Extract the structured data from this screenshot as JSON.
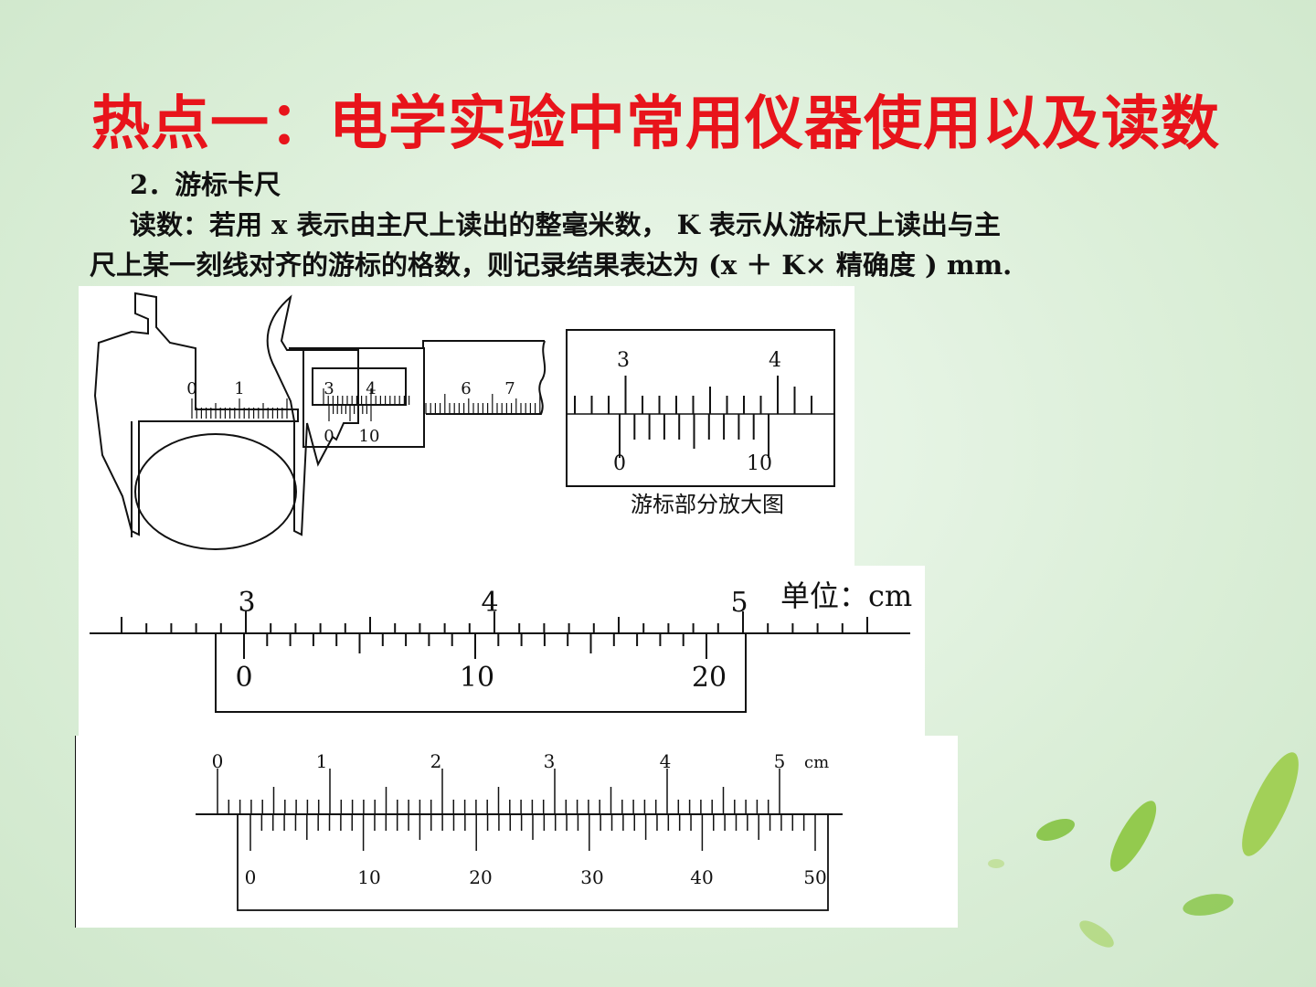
{
  "title": "热点一：电学实验中常用仪器使用以及读数",
  "text": {
    "section": "2．游标卡尺",
    "line1": "读数：若用 x 表示由主尺上读出的整毫米数， K 表示从游标尺上读出与主",
    "line2": "尺上某一刻线对齐的游标的格数，则记录结果表达为 (x ＋ K× 精确度 ) mm."
  },
  "figure1": {
    "caliper_main_labels": [
      "0",
      "1",
      "6",
      "7"
    ],
    "caliper_window_labels": [
      "3",
      "4"
    ],
    "caliper_vernier_labels": [
      "0",
      "10"
    ],
    "zoom_main_labels": [
      "3",
      "4"
    ],
    "zoom_vernier_labels": [
      "0",
      "10"
    ],
    "zoom_caption": "游标部分放大图"
  },
  "figure2": {
    "main_labels": [
      "3",
      "4",
      "5"
    ],
    "unit": "单位：cm",
    "vernier_labels": [
      "0",
      "10",
      "20"
    ]
  },
  "figure3": {
    "main_labels": [
      "0",
      "1",
      "2",
      "3",
      "4",
      "5"
    ],
    "unit": "cm",
    "vernier_labels": [
      "0",
      "10",
      "20",
      "30",
      "40",
      "50"
    ]
  },
  "colors": {
    "title": "#e8141b",
    "background": "#dcefd9",
    "leaf": "#8cc63f"
  }
}
